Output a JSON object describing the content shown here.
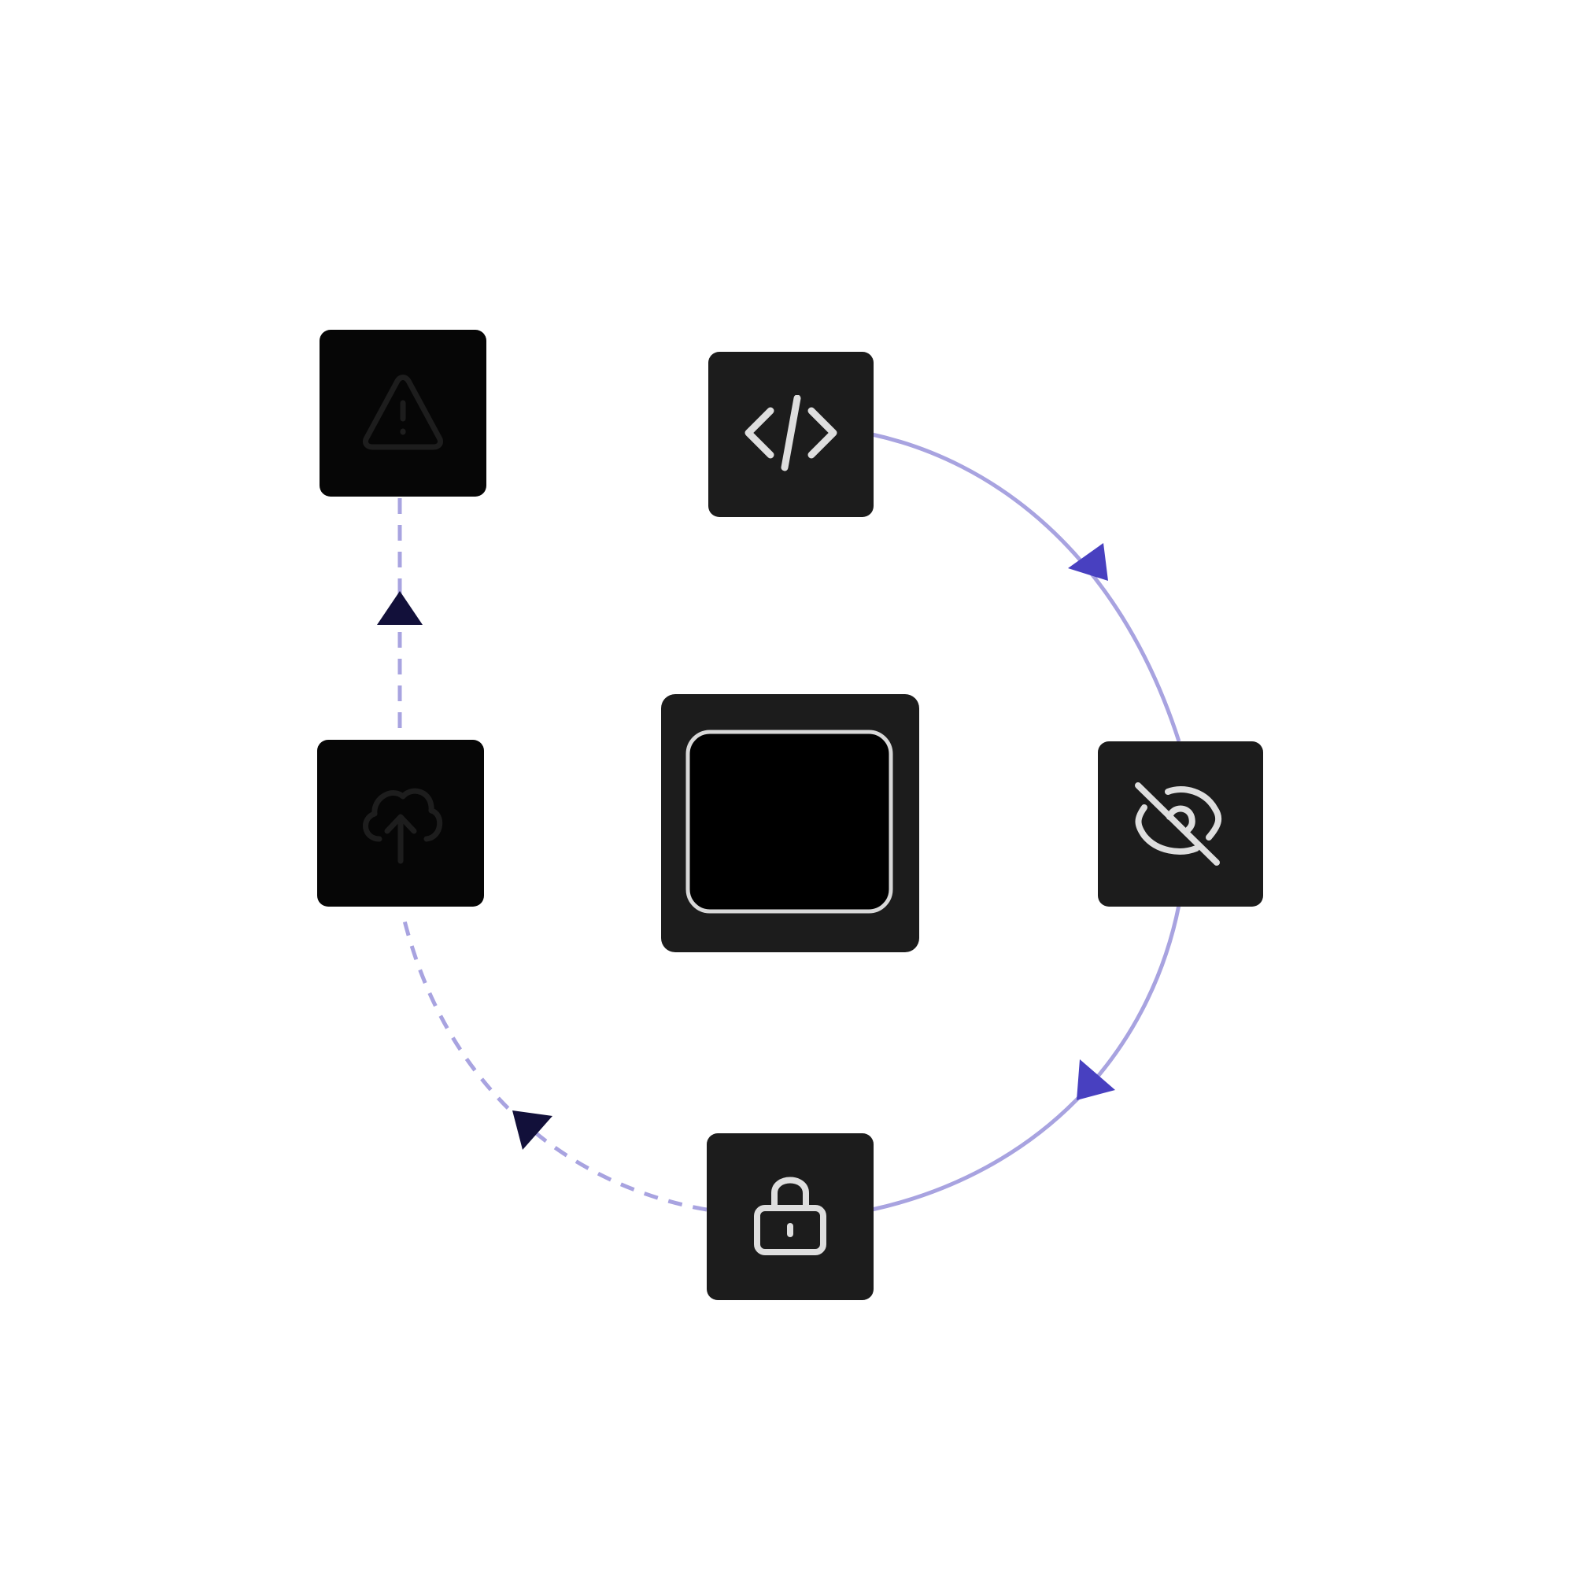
{
  "diagram": {
    "nodes": [
      {
        "id": "center",
        "icon": "code-editor-icon",
        "state": "active"
      },
      {
        "id": "code",
        "icon": "code-brackets-icon",
        "state": "active"
      },
      {
        "id": "hidden",
        "icon": "eye-off-icon",
        "state": "active"
      },
      {
        "id": "lock",
        "icon": "lock-icon",
        "state": "active"
      },
      {
        "id": "upload",
        "icon": "cloud-upload-icon",
        "state": "inactive"
      },
      {
        "id": "warning",
        "icon": "warning-triangle-icon",
        "state": "inactive"
      }
    ],
    "edges": [
      {
        "from": "code",
        "to": "hidden",
        "style": "solid"
      },
      {
        "from": "hidden",
        "to": "lock",
        "style": "solid"
      },
      {
        "from": "lock",
        "to": "upload",
        "style": "dashed"
      },
      {
        "from": "upload",
        "to": "warning",
        "style": "dashed"
      }
    ]
  },
  "colors": {
    "background": "#ffffff",
    "tile_active": "#1c1c1c",
    "tile_inactive": "#060606",
    "icon_active": "#dedede",
    "icon_inactive": "#1d1d1d",
    "connector": "#a8a3e0",
    "arrow_solid": "#4840c0",
    "arrow_dashed": "#12103a",
    "code_purple": "#8a2be2",
    "code_blue": "#0a5ad8"
  }
}
